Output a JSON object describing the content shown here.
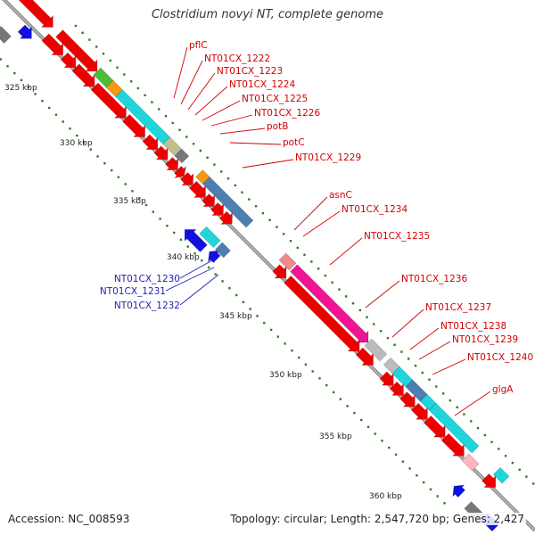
{
  "title": "Clostridium novyi NT, complete genome",
  "footer": {
    "accession": "Accession: NC_008593",
    "summary": "Topology: circular; Length: 2,547,720 bp; Genes: 2,427"
  },
  "colors": {
    "backbone": "#8a8a8a",
    "tick": "#2e7d1f",
    "label_red": "#d40000",
    "label_blue": "#1f1fb0",
    "gene_red": "#ee0000",
    "gene_cyan": "#1ed6da",
    "gene_magenta": "#ee1493",
    "gene_steel": "#4d7fb0",
    "gene_blue": "#1010e0",
    "gene_grey": "#777777",
    "gene_lightgrey": "#bbbbbb",
    "gene_green": "#4cbc38",
    "gene_orange": "#f59a14",
    "gene_olive": "#c2c08a",
    "gene_salmon": "#f08a8a",
    "gene_pink": "#ffb6c1"
  },
  "kbp_labels": [
    "325 kbp",
    "330 kbp",
    "335 kbp",
    "340 kbp",
    "345 kbp",
    "350 kbp",
    "355 kbp",
    "360 kbp"
  ],
  "gene_labels_red": [
    "pflC",
    "NT01CX_1222",
    "NT01CX_1223",
    "NT01CX_1224",
    "NT01CX_1225",
    "NT01CX_1226",
    "potB",
    "potC",
    "NT01CX_1229",
    "asnC",
    "NT01CX_1234",
    "NT01CX_1235",
    "NT01CX_1236",
    "NT01CX_1237",
    "NT01CX_1238",
    "NT01CX_1239",
    "NT01CX_1240",
    "glgA"
  ],
  "gene_labels_blue": [
    "NT01CX_1230",
    "NT01CX_1231",
    "NT01CX_1232"
  ]
}
